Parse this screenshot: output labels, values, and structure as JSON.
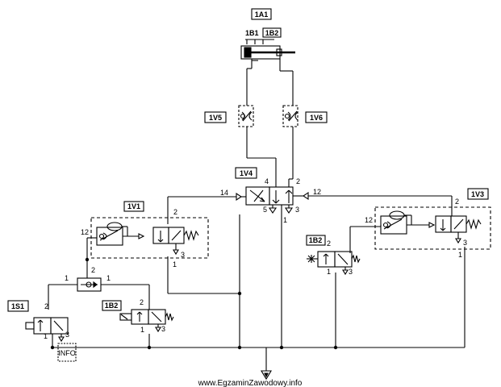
{
  "components": {
    "cylinder": "1A1",
    "sensor_1": "1B1",
    "sensor_2": "1B2",
    "throttle_1": "1V5",
    "throttle_2": "1V6",
    "main_valve": "1V4",
    "timer_1": "1V1",
    "timer_2": "1V3",
    "valve_1b2_right": "1B2",
    "valve_1b2_left": "1B2",
    "start_valve": "1S1"
  },
  "ports": {
    "v4_left": "14",
    "v4_right": "12",
    "v4_4": "4",
    "v4_2": "2",
    "v4_5": "5",
    "v4_3": "3",
    "v4_1": "1",
    "t1_12": "12",
    "t1_2": "2",
    "t1_1": "1",
    "t1_3": "3",
    "t3_12": "12",
    "t3_2": "2",
    "t3_1": "1",
    "t3_3": "3",
    "or_2": "2",
    "or_1a": "1",
    "or_1b": "1",
    "s1_2": "2",
    "s1_1": "1",
    "s1_3": "3",
    "b2l_2": "2",
    "b2l_1": "1",
    "b2l_3": "3",
    "b2r_2": "2",
    "b2r_1": "1",
    "b2r_3": "3"
  },
  "watermark": "www.EgzaminZawodowy.info",
  "info_icon": "INFO"
}
